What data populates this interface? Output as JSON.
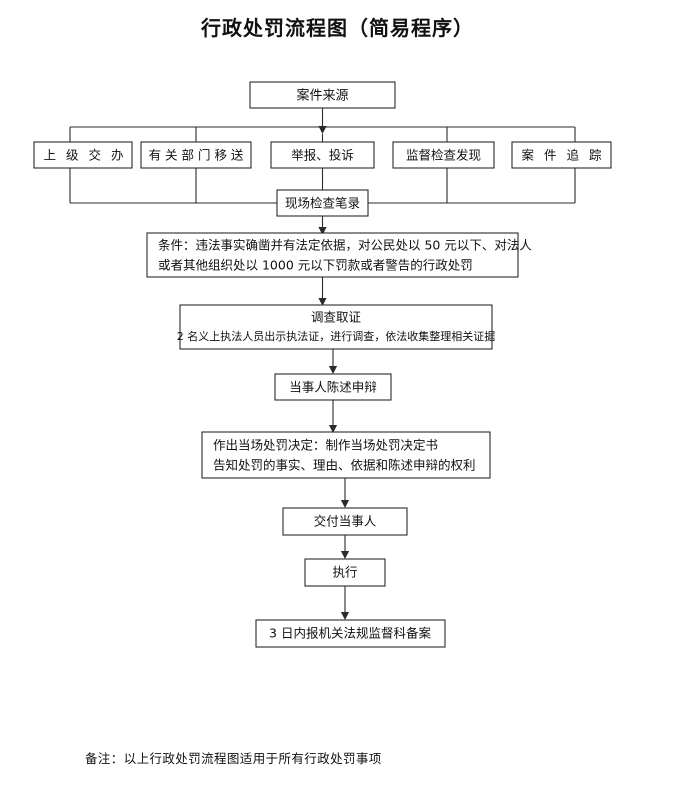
{
  "document": {
    "title": "行政处罚流程图（简易程序）",
    "footer_note": "备注：以上行政处罚流程图适用于所有行政处罚事项"
  },
  "chart_data": {
    "type": "diagram",
    "title": "行政处罚流程图（简易程序）",
    "orientation": "top-to-bottom",
    "nodes": [
      {
        "id": "source",
        "label": "案件来源",
        "shape": "rect"
      },
      {
        "id": "src1",
        "label": "上 级 交 办",
        "shape": "rect"
      },
      {
        "id": "src2",
        "label": "有 关 部 门 移 送",
        "shape": "rect"
      },
      {
        "id": "src3",
        "label": "举报、投诉",
        "shape": "rect"
      },
      {
        "id": "src4",
        "label": "监督检查发现",
        "shape": "rect"
      },
      {
        "id": "src5",
        "label": "案 件 追 踪",
        "shape": "rect"
      },
      {
        "id": "record",
        "label": "现场检查笔录",
        "shape": "rect"
      },
      {
        "id": "condition",
        "label_line1": "条件：违法事实确凿并有法定依据，对公民处以 50 元以下、对法人",
        "label_line2": "或者其他组织处以 1000 元以下罚款或者警告的行政处罚",
        "shape": "rect"
      },
      {
        "id": "investigate",
        "label_line1": "调查取证",
        "label_line2": "2 名义上执法人员出示执法证，进行调查，依法收集整理相关证据",
        "shape": "rect"
      },
      {
        "id": "statement",
        "label": "当事人陈述申辩",
        "shape": "rect"
      },
      {
        "id": "decision",
        "label_line1": "作出当场处罚决定：制作当场处罚决定书",
        "label_line2": "告知处罚的事实、理由、依据和陈述申辩的权利",
        "shape": "rect"
      },
      {
        "id": "deliver",
        "label": "交付当事人",
        "shape": "rect"
      },
      {
        "id": "execute",
        "label": "执行",
        "shape": "rect"
      },
      {
        "id": "filing",
        "label": "3 日内报机关法规监督科备案",
        "shape": "rect"
      }
    ],
    "edges": [
      {
        "from": "source",
        "to": "src-bus",
        "arrow": true
      },
      {
        "from": "src1",
        "to": "record",
        "arrow": false
      },
      {
        "from": "src2",
        "to": "record",
        "arrow": false
      },
      {
        "from": "src3",
        "to": "record",
        "arrow": false
      },
      {
        "from": "src4",
        "to": "record",
        "arrow": false
      },
      {
        "from": "src5",
        "to": "record",
        "arrow": false
      },
      {
        "from": "record",
        "to": "condition",
        "arrow": true
      },
      {
        "from": "condition",
        "to": "investigate",
        "arrow": true
      },
      {
        "from": "investigate",
        "to": "statement",
        "arrow": true
      },
      {
        "from": "statement",
        "to": "decision",
        "arrow": true
      },
      {
        "from": "decision",
        "to": "deliver",
        "arrow": true
      },
      {
        "from": "deliver",
        "to": "execute",
        "arrow": true
      },
      {
        "from": "execute",
        "to": "filing",
        "arrow": true
      }
    ],
    "colors": {
      "box_fill": "#ffffff",
      "line": "#2b2b2b",
      "text": "#111111"
    }
  }
}
